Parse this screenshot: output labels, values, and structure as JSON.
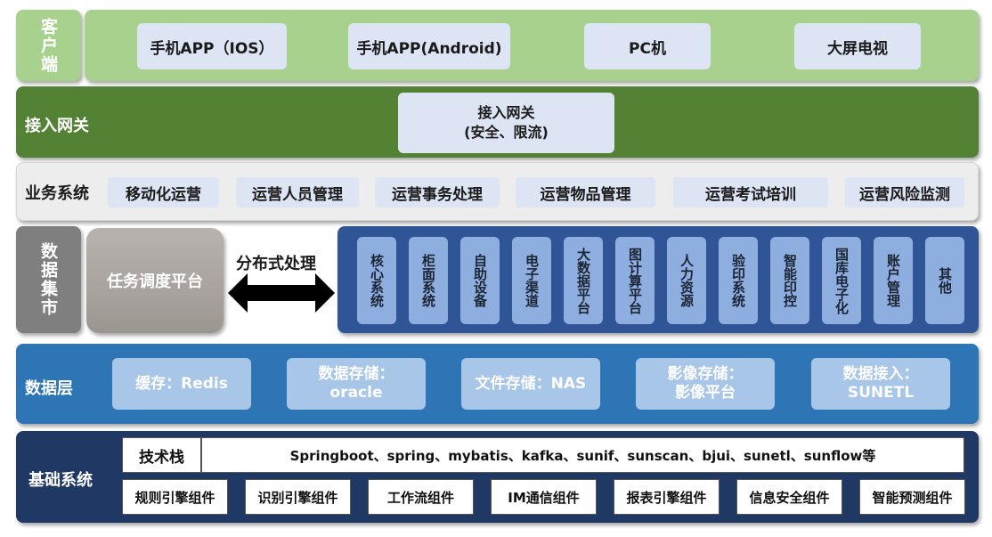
{
  "client_layer": {
    "label": "客户端",
    "items": [
      "手机APP（IOS）",
      "手机APP(Android)",
      "PC机",
      "大屏电视"
    ]
  },
  "gateway_layer": {
    "label": "接入网关",
    "box_line1": "接入网关",
    "box_line2": "(安全、限流)"
  },
  "business_layer": {
    "label": "业务系统",
    "items": [
      "移动化运营",
      "运营人员管理",
      "运营事务处理",
      "运营物品管理",
      "运营考试培训",
      "运营风险监测"
    ]
  },
  "data_mart_layer": {
    "label": "数据集市",
    "scheduler": "任务调度平台",
    "arrow_label": "分布式处理",
    "systems": [
      "核心系统",
      "柜面系统",
      "自助设备",
      "电子渠道",
      "大数据平台",
      "图计算平台",
      "人力资源",
      "验印系统",
      "智能印控",
      "国库电子化",
      "账户管理",
      "其他"
    ]
  },
  "data_layer": {
    "label": "数据层",
    "items": [
      {
        "line1": "缓存：Redis",
        "line2": ""
      },
      {
        "line1": "数据存储：",
        "line2": "oracle"
      },
      {
        "line1": "文件存储：NAS",
        "line2": ""
      },
      {
        "line1": "影像存储：",
        "line2": "影像平台"
      },
      {
        "line1": "数据接入：",
        "line2": "SUNETL"
      }
    ]
  },
  "base_layer": {
    "label": "基础系统",
    "tech_stack_label": "技术栈",
    "tech_stack_value": "Springboot、spring、mybatis、kafka、sunif、sunscan、bjui、sunetl、sunflow等",
    "components": [
      "规则引擎组件",
      "识别引擎组件",
      "工作流组件",
      "IM通信组件",
      "报表引擎组件",
      "信息安全组件",
      "智能预测组件"
    ]
  },
  "colors": {
    "client_green": "#a9d18e",
    "gateway_green": "#548235",
    "business_gray": "#ededed",
    "mart_gray": "#7f7f7f",
    "mart_blue": "#2f5597",
    "data_blue": "#2e75b6",
    "base_navy": "#1f3864"
  }
}
